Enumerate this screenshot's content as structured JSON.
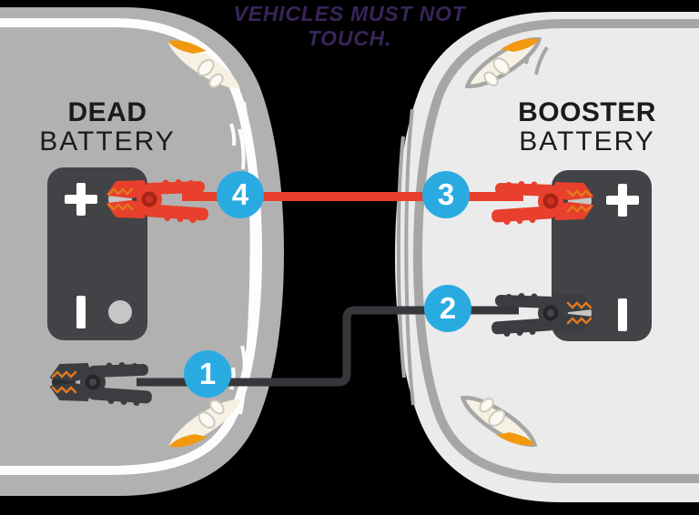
{
  "title": {
    "line1": "VEHICLES MUST NOT",
    "line2": "TOUCH."
  },
  "left_vehicle": {
    "name_line1": "DEAD",
    "name_line2": "BATTERY",
    "battery": {
      "positive_symbol": "+",
      "negative_symbol": "|"
    }
  },
  "right_vehicle": {
    "name_line1": "BOOSTER",
    "name_line2": "BATTERY",
    "battery": {
      "positive_symbol": "+",
      "negative_symbol": "|"
    }
  },
  "steps": [
    {
      "number": "1"
    },
    {
      "number": "2"
    },
    {
      "number": "3"
    },
    {
      "number": "4"
    }
  ],
  "icons": {
    "headlight": "headlight-icon",
    "red_clamp": "red-jumper-clamp-icon",
    "black_clamp": "black-jumper-clamp-icon",
    "positive_terminal": "positive-terminal-icon",
    "negative_terminal": "negative-terminal-icon"
  },
  "colors": {
    "badge_cyan": "#29abe2",
    "cable_positive_red": "#e8402c",
    "cable_negative_black": "#35373a",
    "title_purple": "#372559",
    "dead_car_gray": "#b1b1b1",
    "booster_car_white": "#ebebeb",
    "battery_dark": "#414347",
    "headlight_orange": "#f2990f"
  }
}
